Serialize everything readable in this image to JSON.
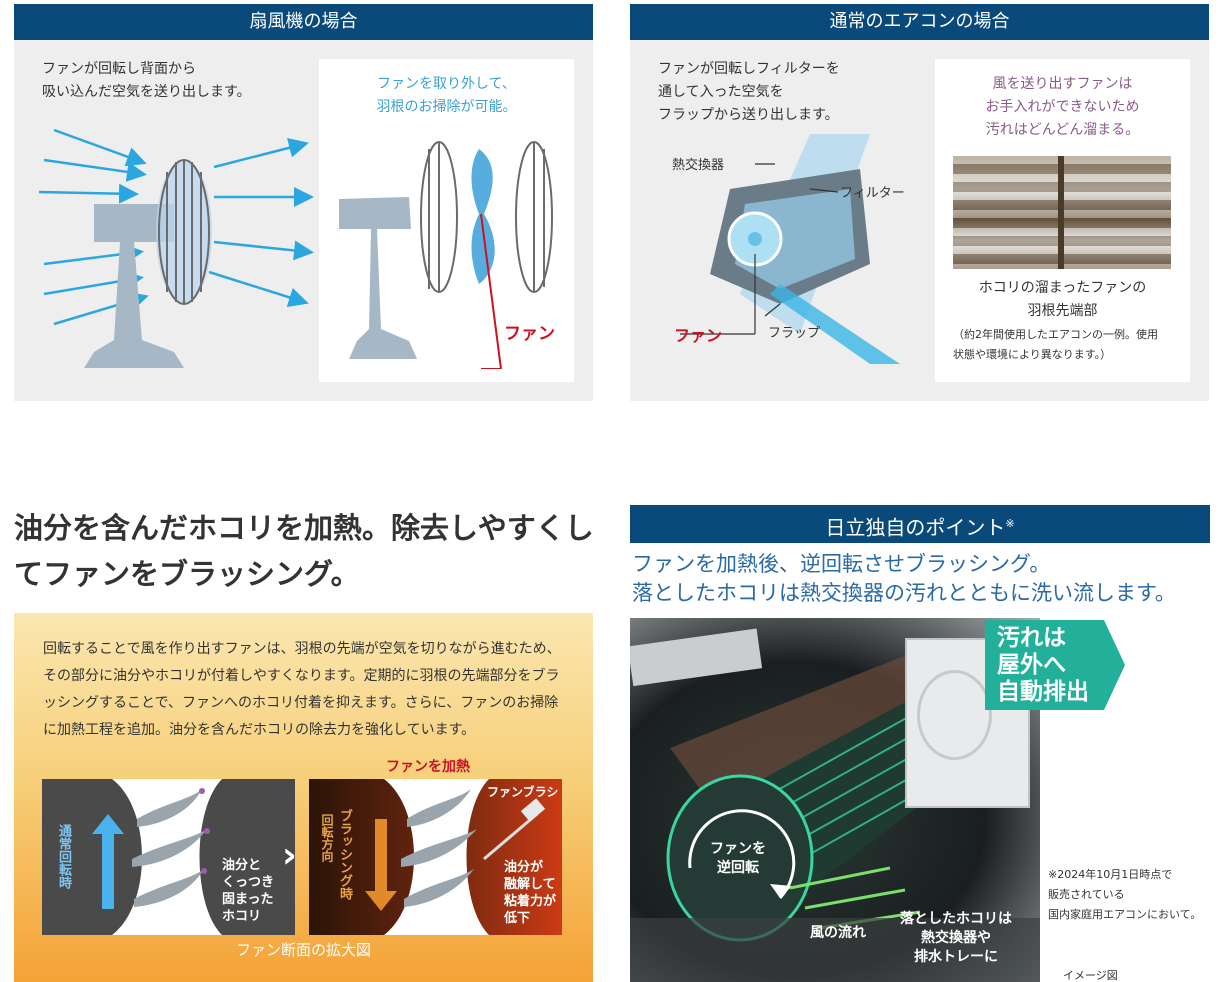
{
  "fan_panel": {
    "header": "扇風機の場合",
    "description": "ファンが回転し背面から\n吸い込んだ空気を送り出します。",
    "note": "ファンを取り外して、\n羽根のお掃除が可能。",
    "fan_label": "ファン"
  },
  "ac_panel": {
    "header": "通常のエアコンの場合",
    "description": "ファンが回転しフィルターを\n通して入った空気を\nフラップから送り出します。",
    "labels": {
      "heat_exchanger": "熱交換器",
      "filter": "フィルター",
      "fan": "ファン",
      "flap": "フラップ"
    },
    "note": "風を送り出すファンは\nお手入れができないため\n汚れはどんどん溜まる。",
    "photo_caption": "ホコリの溜まったファンの\n羽根先端部",
    "photo_footnote": "（約2年間使用したエアコンの一例。使用\n状態や環境により異なります。）"
  },
  "heating_section": {
    "headline": "油分を含んだホコリを加熱。除去しやすくしてファンをブラッシング。",
    "body": "回転することで風を作り出すファンは、羽根の先端が空気を切りながら進むため、その部分に油分やホコリが付着しやすくなります。定期的に羽根の先端部分をブラッシングすることで、ファンへのホコリ付着を抑えます。さらに、ファンのお掃除に加熱工程を追加。油分を含んだホコリの除去力を強化しています。",
    "normal_label": "通常回転時",
    "normal_note": "油分と\nくっつき\n固まった\nホコリ",
    "heat_label": "ファンを加熱",
    "brush_label": "ファンブラシ",
    "brush_dir": "ブラッシング時",
    "rotate_dir": "回転方向",
    "melt_note": "油分が\n融解して\n粘着力が\n低下",
    "diagram_caption": "ファン断面の拡大図"
  },
  "hitachi_section": {
    "header": "日立独自のポイント",
    "header_mark": "※",
    "subtitle": "ファンを加熱後、逆回転させブラッシング。\n落としたホコリは熱交換器の汚れとともに洗い流します。",
    "badge": "汚れは\n屋外へ\n自動排出",
    "reverse_label": "ファンを\n逆回転",
    "wind_label": "風の流れ",
    "dust_label": "落としたホコリは\n熱交換器や\n排水トレーに",
    "footnote": "※2024年10月1日時点で\n販売されている\n国内家庭用エアコンにおいて。",
    "image_note": "イメージ図"
  },
  "colors": {
    "header_bg": "#0a4a7a",
    "panel_bg": "#eeeeee",
    "accent_red": "#cc1122",
    "accent_blue": "#3aa0d8",
    "badge_teal": "#22b09a"
  }
}
